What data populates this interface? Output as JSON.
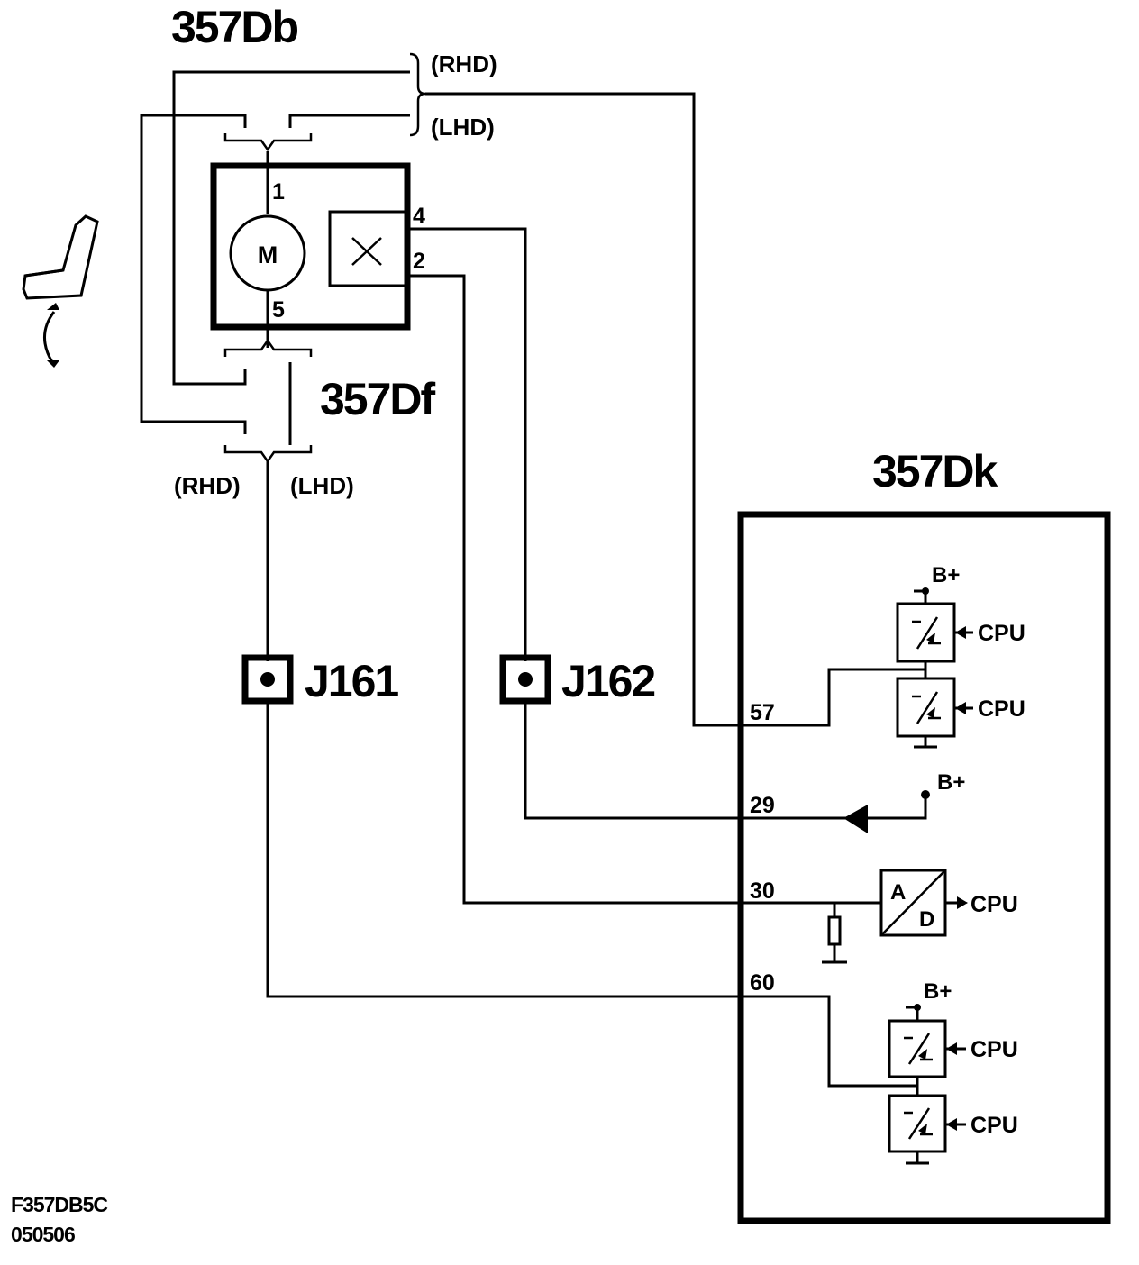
{
  "components": {
    "motor_connector": "357Db",
    "seat_connector": "357Df",
    "control_unit": "357Dk"
  },
  "variants": {
    "rhd": "(RHD)",
    "lhd": "(LHD)"
  },
  "motor": {
    "symbol": "M",
    "pins": {
      "p1": "1",
      "p5": "5",
      "p4": "4",
      "p2": "2"
    }
  },
  "junctions": {
    "j161": "J161",
    "j162": "J162"
  },
  "control_unit": {
    "pins": {
      "p57": "57",
      "p29": "29",
      "p30": "30",
      "p60": "60"
    },
    "supply": "B+",
    "cpu": "CPU",
    "adc_a": "A",
    "adc_d": "D"
  },
  "footer": {
    "code": "F357DB5C",
    "date": "050506"
  },
  "icons": [
    "seat-recline-icon",
    "rotation-arrow-icon",
    "motor-icon",
    "position-sensor-icon",
    "transistor-switch-icon",
    "diode-arrow-icon",
    "resistor-icon",
    "ground-icon",
    "ad-converter-icon"
  ]
}
